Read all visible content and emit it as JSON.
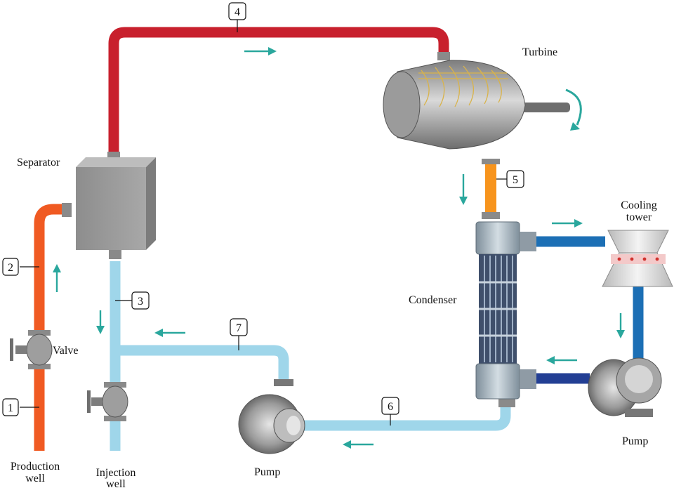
{
  "labels": {
    "separator": "Separator",
    "turbine": "Turbine",
    "cooling_tower_line1": "Cooling",
    "cooling_tower_line2": "tower",
    "condenser": "Condenser",
    "valve": "Valve",
    "pump_left": "Pump",
    "pump_right": "Pump",
    "production_well_line1": "Production",
    "production_well_line2": "well",
    "injection_well_line1": "Injection",
    "injection_well_line2": "well"
  },
  "markers": [
    "1",
    "2",
    "3",
    "4",
    "5",
    "6",
    "7"
  ],
  "colors": {
    "steam_pipe": "#c8202d",
    "hot_fluid_pipe": "#f05a22",
    "turbine_exhaust_pipe": "#f7941d",
    "brine_pipe": "#9fd6ea",
    "cooling_water_pipe": "#1c6fb5",
    "return_cooling_pipe": "#233f94",
    "flow_arrow": "#2aa79d",
    "equipment_grey": "#9a9a9a"
  }
}
